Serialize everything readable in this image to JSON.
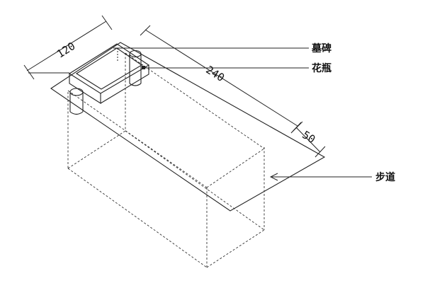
{
  "labels": {
    "tombstone": "墓碑",
    "vase": "花瓶",
    "walkway": "步道"
  },
  "dimensions": {
    "width": "120",
    "length": "240",
    "walkway_width": "50"
  }
}
